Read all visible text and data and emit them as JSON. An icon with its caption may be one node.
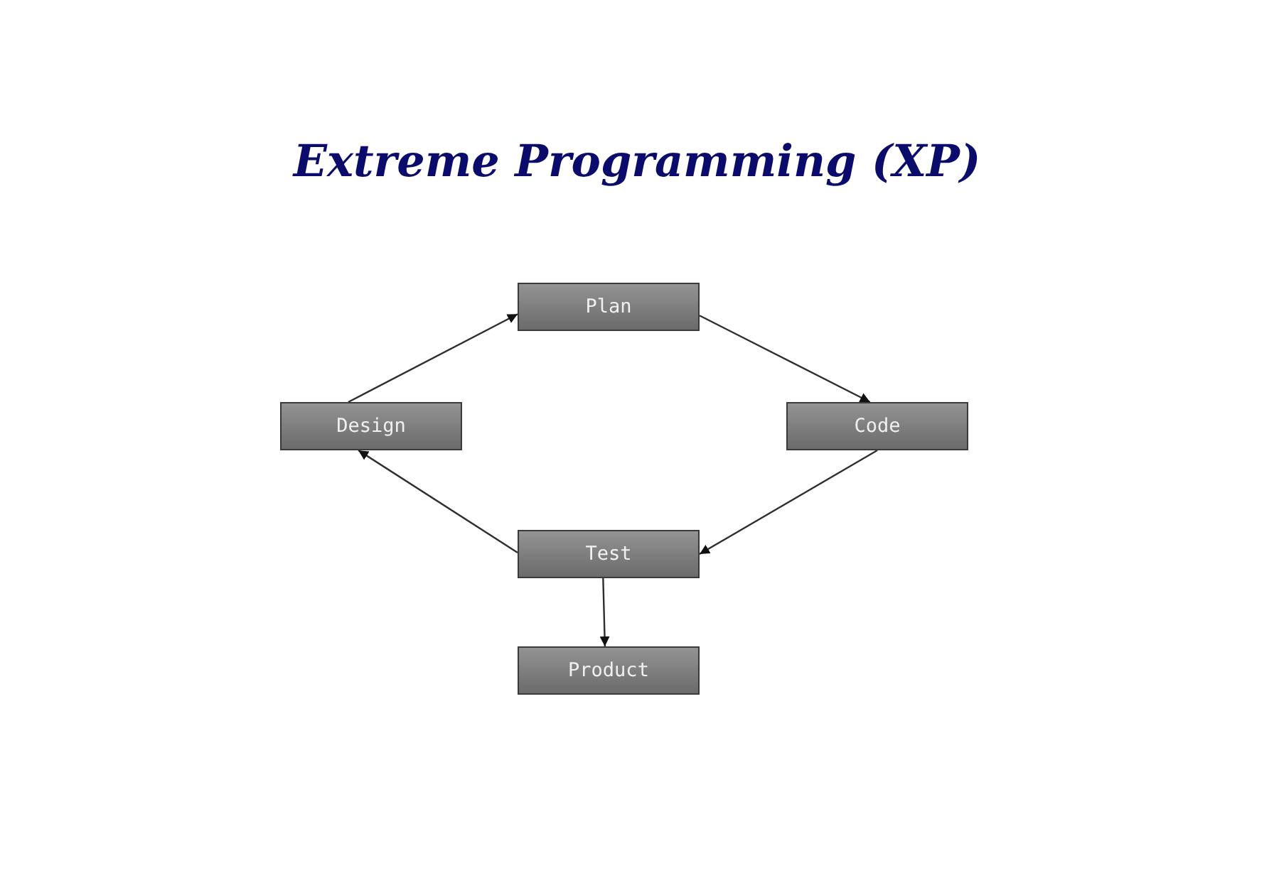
{
  "diagram": {
    "title": "Extreme Programming (XP)",
    "nodes": [
      {
        "text": [
          "Plan"
        ]
      },
      {
        "text": [
          "Design"
        ]
      },
      {
        "text": [
          "Code"
        ]
      },
      {
        "text": [
          "Test"
        ]
      },
      {
        "text": [
          "Product"
        ]
      }
    ],
    "edges": [
      {
        "from": 1,
        "to": 0,
        "arrow": "to"
      },
      {
        "from": 0,
        "to": 2,
        "arrow": "to"
      },
      {
        "from": 2,
        "to": 3,
        "arrow": "to"
      },
      {
        "from": 3,
        "to": 1,
        "arrow": "to"
      },
      {
        "from": 3,
        "to": 4,
        "arrow": "to"
      }
    ]
  }
}
